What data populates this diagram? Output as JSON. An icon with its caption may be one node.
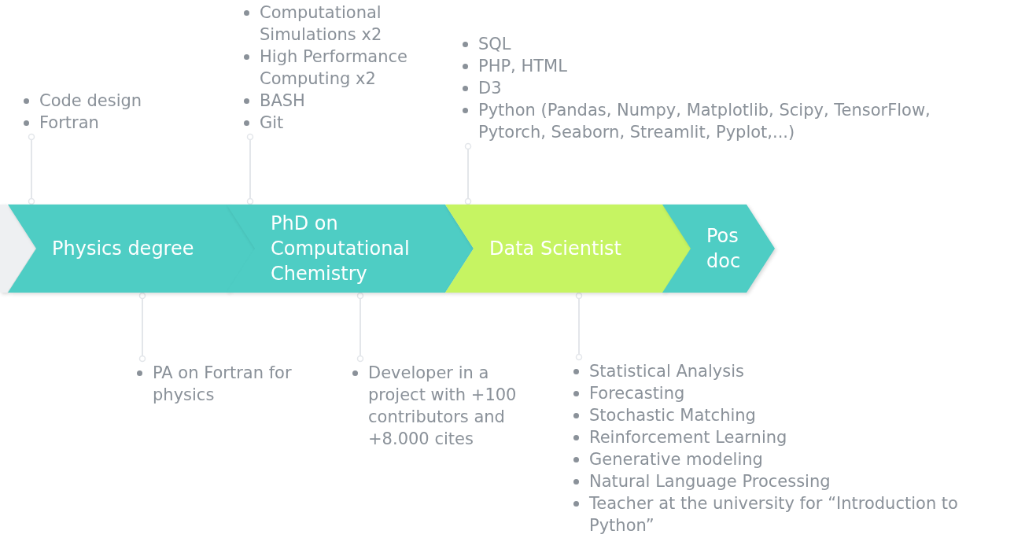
{
  "diagram": {
    "nodes": [
      {
        "text": [],
        "shape": "chevron"
      },
      {
        "text": [
          "Physics degree"
        ]
      },
      {
        "text": [
          "PhD on Computational Chemistry"
        ]
      },
      {
        "text": [
          "Data Scientist"
        ]
      },
      {
        "text": [
          "Pos doc"
        ]
      },
      {
        "text": [
          "Code design",
          "Fortran"
        ]
      },
      {
        "text": [
          "Computational Simulations x2",
          "High Performance Computing x2",
          "BASH",
          "Git"
        ]
      },
      {
        "text": [
          "SQL",
          "PHP, HTML",
          "D3",
          "Python (Pandas, Numpy, Matplotlib, Scipy, TensorFlow, Pytorch, Seaborn, Streamlit, Pyplot,...)"
        ]
      },
      {
        "text": [
          "PA on Fortran for physics"
        ]
      },
      {
        "text": [
          "Developer in a project with +100 contributors and +8.000 cites"
        ]
      },
      {
        "text": [
          "Statistical Analysis",
          "Forecasting",
          "Stochastic Matching",
          "Reinforcement Learning",
          "Generative modeling",
          "Natural Language Processing",
          "Teacher at the university for “Introduction to Python”"
        ]
      }
    ],
    "edges": [
      {
        "from": 5,
        "to": 1,
        "arrow": "other"
      },
      {
        "from": 6,
        "to": 2,
        "arrow": "other"
      },
      {
        "from": 7,
        "to": 3,
        "arrow": "other"
      },
      {
        "from": 1,
        "to": 8,
        "arrow": "other"
      },
      {
        "from": 2,
        "to": 9,
        "arrow": "other"
      },
      {
        "from": 3,
        "to": 10,
        "arrow": "other"
      }
    ]
  }
}
